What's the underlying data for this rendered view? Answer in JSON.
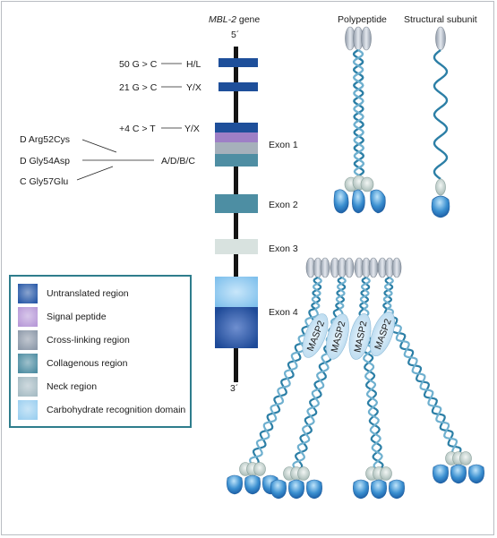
{
  "header": {
    "gene_label_italic": "MBL-2",
    "gene_label_rest": " gene",
    "end5": "5´",
    "end3": "3´",
    "polypeptide": "Polypeptide",
    "structural_subunit": "Structural subunit"
  },
  "mutations": {
    "m1": {
      "code": "50 G > C",
      "allele": "H/L"
    },
    "m2": {
      "code": "21 G > C",
      "allele": "Y/X"
    },
    "m3": {
      "code": "+4 C > T",
      "allele": "Y/X"
    },
    "m4": "D Arg52Cys",
    "m5": "D Gly54Asp",
    "m6": "C Gly57Glu",
    "m456_allele": "A/D/B/C"
  },
  "exons": [
    "Exon 1",
    "Exon 2",
    "Exon 3",
    "Exon 4"
  ],
  "masp": [
    "MASP2",
    "MASP2",
    "MASP2",
    "MASP2"
  ],
  "legend": [
    {
      "label": "Untranslated region",
      "color": "#2a5aa8"
    },
    {
      "label": "Signal peptide",
      "color": "#b89ad8"
    },
    {
      "label": "Cross-linking region",
      "color": "#8e9aaa"
    },
    {
      "label": "Collagenous region",
      "color": "#4f8ea3"
    },
    {
      "label": "Neck region",
      "color": "#a7bcc4"
    },
    {
      "label": "Carbohydrate recognition domain",
      "color": "#9dd0f0"
    }
  ]
}
